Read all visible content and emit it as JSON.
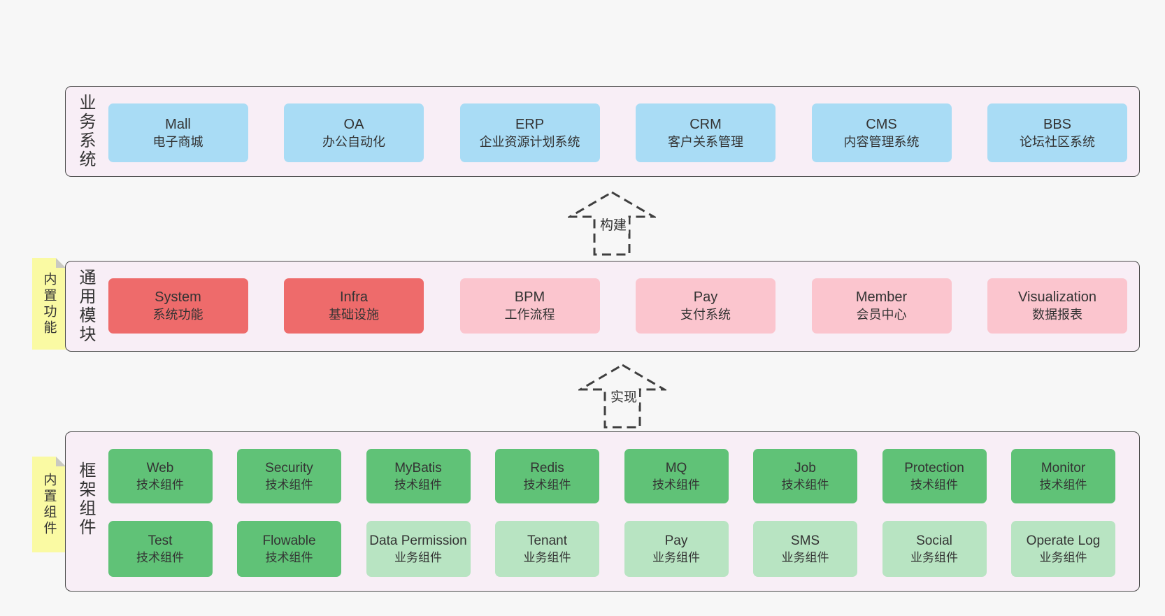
{
  "colors": {
    "page_bg": "#f7f7f7",
    "band_bg": "#f8eef6",
    "band_border": "#4a4a4a",
    "blue_box": "#a9dcf5",
    "red_box": "#ee6b6b",
    "pink_box": "#fbc5ce",
    "green_box": "#60c277",
    "light_green_box": "#b8e4c2",
    "sticky_bg": "#fafaa3",
    "sticky_fold": "#c9c9c2",
    "text": "#333333"
  },
  "arrows": [
    {
      "label": "构建"
    },
    {
      "label": "实现"
    }
  ],
  "bands": [
    {
      "label": "业务系统",
      "boxes": [
        {
          "en": "Mall",
          "cn": "电子商城"
        },
        {
          "en": "OA",
          "cn": "办公自动化"
        },
        {
          "en": "ERP",
          "cn": "企业资源计划系统"
        },
        {
          "en": "CRM",
          "cn": "客户关系管理"
        },
        {
          "en": "CMS",
          "cn": "内容管理系统"
        },
        {
          "en": "BBS",
          "cn": "论坛社区系统"
        }
      ]
    },
    {
      "label": "通用模块",
      "sticky": "内置功能",
      "boxes": [
        {
          "en": "System",
          "cn": "系统功能"
        },
        {
          "en": "Infra",
          "cn": "基础设施"
        },
        {
          "en": "BPM",
          "cn": "工作流程"
        },
        {
          "en": "Pay",
          "cn": "支付系统"
        },
        {
          "en": "Member",
          "cn": "会员中心"
        },
        {
          "en": "Visualization",
          "cn": "数据报表"
        }
      ]
    },
    {
      "label": "框架组件",
      "sticky": "内置组件",
      "rows": [
        [
          {
            "en": "Web",
            "cn": "技术组件"
          },
          {
            "en": "Security",
            "cn": "技术组件"
          },
          {
            "en": "MyBatis",
            "cn": "技术组件"
          },
          {
            "en": "Redis",
            "cn": "技术组件"
          },
          {
            "en": "MQ",
            "cn": "技术组件"
          },
          {
            "en": "Job",
            "cn": "技术组件"
          },
          {
            "en": "Protection",
            "cn": "技术组件"
          },
          {
            "en": "Monitor",
            "cn": "技术组件"
          }
        ],
        [
          {
            "en": "Test",
            "cn": "技术组件"
          },
          {
            "en": "Flowable",
            "cn": "技术组件"
          },
          {
            "en": "Data Permission",
            "cn": "业务组件"
          },
          {
            "en": "Tenant",
            "cn": "业务组件"
          },
          {
            "en": "Pay",
            "cn": "业务组件"
          },
          {
            "en": "SMS",
            "cn": "业务组件"
          },
          {
            "en": "Social",
            "cn": "业务组件"
          },
          {
            "en": "Operate Log",
            "cn": "业务组件"
          }
        ]
      ]
    }
  ]
}
